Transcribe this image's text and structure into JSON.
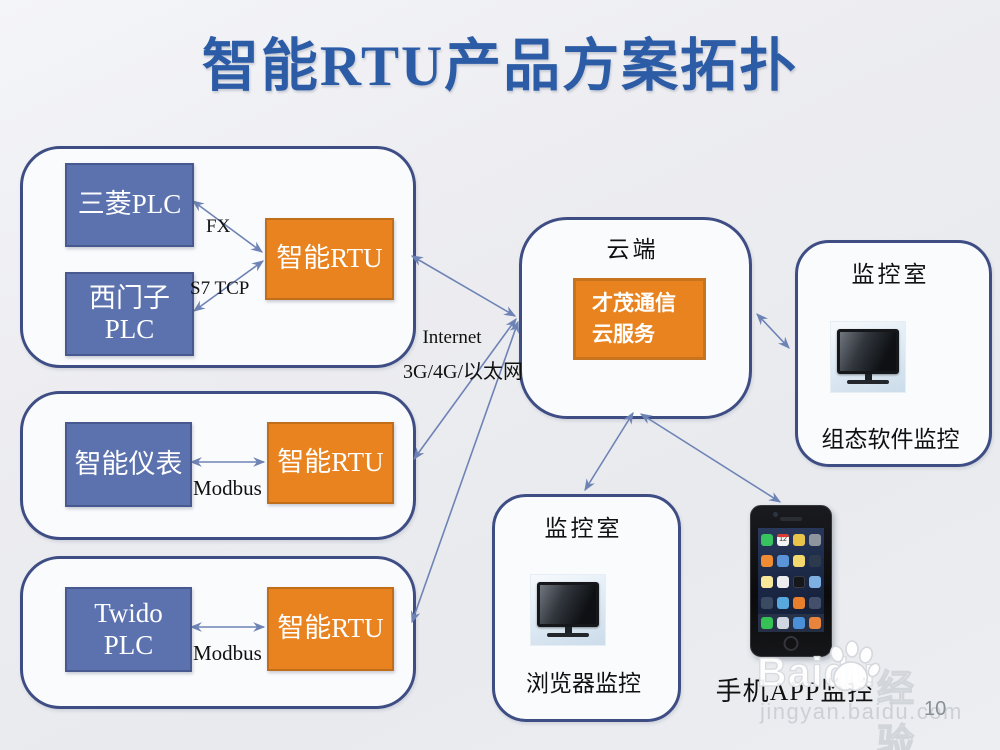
{
  "title": "智能RTU产品方案拓扑",
  "colors": {
    "title_blue": "#2d5ca6",
    "device_box_blue": "#5b72ae",
    "rtu_box_orange": "#e8831f",
    "frame_border_blue": "#3e4e84",
    "arrow_blue": "#6e83b5"
  },
  "plc_group": {
    "mitsubishi": "三菱PLC",
    "siemens_line1": "西门子",
    "siemens_line2": "PLC",
    "rtu": "智能RTU",
    "fx_label": "FX",
    "s7_label": "S7 TCP"
  },
  "meter_group": {
    "device": "智能仪表",
    "rtu": "智能RTU",
    "protocol": "Modbus"
  },
  "twido_group": {
    "device_line1": "Twido",
    "device_line2": "PLC",
    "rtu": "智能RTU",
    "protocol": "Modbus"
  },
  "wan": {
    "line1": "Internet",
    "line2": "3G/4G/以太网"
  },
  "cloud": {
    "title": "云端",
    "service_line1": "才茂通信",
    "service_line2": "云服务"
  },
  "scada_room": {
    "title": "监控室",
    "caption": "组态软件监控"
  },
  "browser_room": {
    "title": "监控室",
    "caption": "浏览器监控"
  },
  "phone": {
    "caption": "手机APP监控",
    "calendar_day": "12"
  },
  "watermark": {
    "brand": "Baidu",
    "brand_suffix": "经验",
    "url": "jingyan.baidu.com"
  },
  "page_number": "10"
}
